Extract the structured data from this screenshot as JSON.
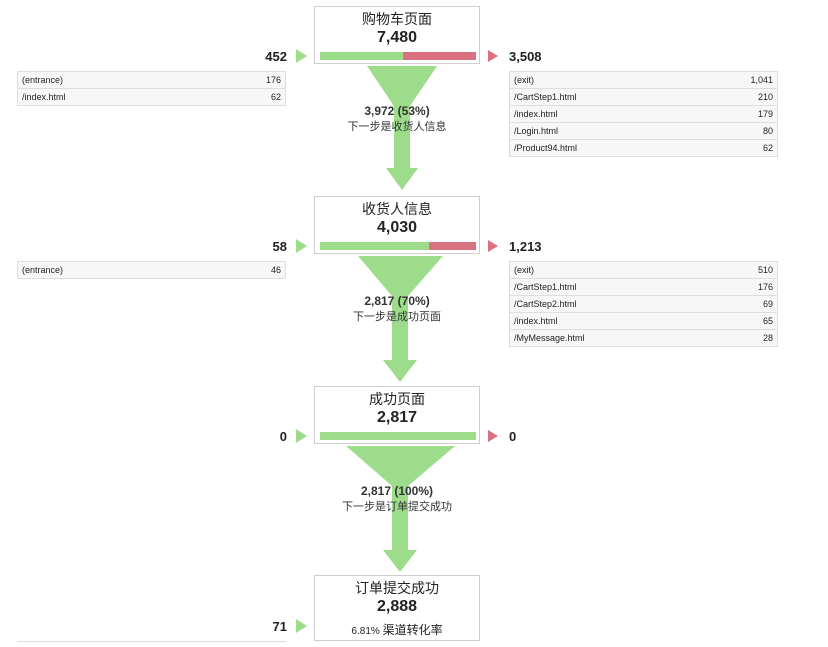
{
  "colors": {
    "accent": "#9ddc8a",
    "exit": "#d9727e",
    "border": "#cfcfcf"
  },
  "chart_data": {
    "type": "funnel",
    "steps": [
      {
        "name": "购物车页面",
        "total": "7,480",
        "entries": "452",
        "exits": "3,508",
        "exit_fraction": 0.469,
        "entry_sources": [
          {
            "label": "(entrance)",
            "value": "176"
          },
          {
            "label": "/index.html",
            "value": "62"
          }
        ],
        "exit_targets": [
          {
            "label": "(exit)",
            "value": "1,041"
          },
          {
            "label": "/CartStep1.html",
            "value": "210"
          },
          {
            "label": "/index.html",
            "value": "179"
          },
          {
            "label": "/Login.html",
            "value": "80"
          },
          {
            "label": "/Product94.html",
            "value": "62"
          }
        ],
        "proceed": {
          "value": "3,972 (53%)",
          "text": "下一步是收货人信息"
        }
      },
      {
        "name": "收货人信息",
        "total": "4,030",
        "entries": "58",
        "exits": "1,213",
        "exit_fraction": 0.301,
        "entry_sources": [
          {
            "label": "(entrance)",
            "value": "46"
          }
        ],
        "exit_targets": [
          {
            "label": "(exit)",
            "value": "510"
          },
          {
            "label": "/CartStep1.html",
            "value": "176"
          },
          {
            "label": "/CartStep2.html",
            "value": "69"
          },
          {
            "label": "/index.html",
            "value": "65"
          },
          {
            "label": "/MyMessage.html",
            "value": "28"
          }
        ],
        "proceed": {
          "value": "2,817 (70%)",
          "text": "下一步是成功页面"
        }
      },
      {
        "name": "成功页面",
        "total": "2,817",
        "entries": "0",
        "exits": "0",
        "exit_fraction": 0,
        "entry_sources": [],
        "exit_targets": [],
        "proceed": {
          "value": "2,817 (100%)",
          "text": "下一步是订单提交成功"
        }
      },
      {
        "name": "订单提交成功",
        "total": "2,888",
        "entries": "71",
        "conversion_rate": "6.81%",
        "conversion_label": "渠道转化率"
      }
    ]
  }
}
